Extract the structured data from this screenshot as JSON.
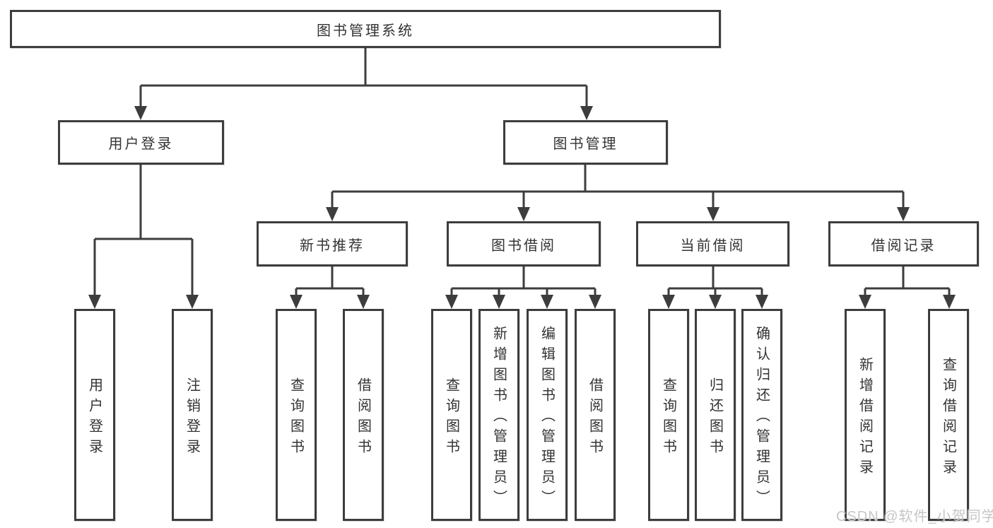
{
  "diagram": {
    "title": "图书管理系统",
    "root": {
      "label": "图书管理系统"
    },
    "branches": [
      {
        "label": "用户登录",
        "leaves": [
          "用户登录",
          "注销登录"
        ]
      },
      {
        "label": "图书管理",
        "groups": [
          {
            "label": "新书推荐",
            "leaves": [
              "查询图书",
              "借阅图书"
            ]
          },
          {
            "label": "图书借阅",
            "leaves": [
              "查询图书",
              "新增图书（管理员）",
              "编辑图书（管理员）",
              "借阅图书"
            ]
          },
          {
            "label": "当前借阅",
            "leaves": [
              "查询图书",
              "归还图书",
              "确认归还（管理员）"
            ]
          },
          {
            "label": "借阅记录",
            "leaves": [
              "新增借阅记录",
              "查询借阅记录"
            ]
          }
        ]
      }
    ]
  },
  "watermark": "CSDN @软件_小贺同学",
  "colors": {
    "line": "#3d3d3d",
    "box_border": "#3d3d3d",
    "text": "#333333",
    "watermark": "#c6c6c6",
    "background": "#ffffff"
  }
}
